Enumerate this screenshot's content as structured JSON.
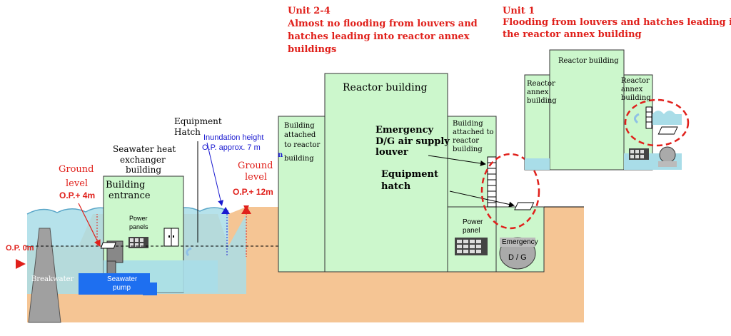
{
  "unit24": {
    "title": "Unit 2-4",
    "line1": "Almost no flooding from louvers and",
    "line2": "hatches leading into reactor annex",
    "line3": "buildings"
  },
  "unit1": {
    "title": "Unit 1",
    "line1": "Flooding from louvers and hatches leading into",
    "line2": "the reactor annex building",
    "reactor_building": "Reactor building",
    "annex_left_1": "Reactor",
    "annex_left_2": "annex",
    "annex_left_3": "building",
    "annex_right_1": "Reactor",
    "annex_right_2": "annex",
    "annex_right_3": "building"
  },
  "main": {
    "reactor_building": "Reactor building",
    "attached_left_1": "Building",
    "attached_left_2": "attached",
    "attached_left_3": "to reactor",
    "attached_left_4": "building",
    "attached_right_1": "Building",
    "attached_right_2": "attached to",
    "attached_right_3": "reactor",
    "attached_right_4": "building",
    "louver_1": "Emergency",
    "louver_2": "D/G air supply",
    "louver_3": "louver",
    "hatch_1": "Equipment",
    "hatch_2": "hatch",
    "power_panel_1": "Power",
    "power_panel_2": "panel",
    "emergency": "Emergency",
    "dg": "D / G",
    "marker_n": "n"
  },
  "seawater": {
    "equipment_hatch_1": "Equipment",
    "equipment_hatch_2": "Hatch",
    "inundation_1": "Inundation height",
    "inundation_2": "O.P. approx. 7 m",
    "heat_exchanger_1": "Seawater heat",
    "heat_exchanger_2": "exchanger",
    "heat_exchanger_3": "building",
    "building_entrance_1": "Building",
    "building_entrance_2": "entrance",
    "power_panels_1": "Power",
    "power_panels_2": "panels",
    "seawater_pump_1": "Seawater",
    "seawater_pump_2": "pump",
    "breakwater": "Breakwater"
  },
  "levels": {
    "ground_left_1": "Ground",
    "ground_left_2": "level",
    "ground_left_value": "O.P.+ 4m",
    "ground_right_1": "Ground",
    "ground_right_2": "level",
    "ground_right_value": "O.P.+ 12m",
    "op0": "O.P. 0m"
  },
  "colors": {
    "building": "#ccf7cc",
    "ground": "#f5c594",
    "water": "#a9dde8",
    "pump": "#1e6ff0",
    "breakwater": "#a0a0a0",
    "highlight": "#e0201b",
    "annotation_blue": "#1a1ad0"
  }
}
